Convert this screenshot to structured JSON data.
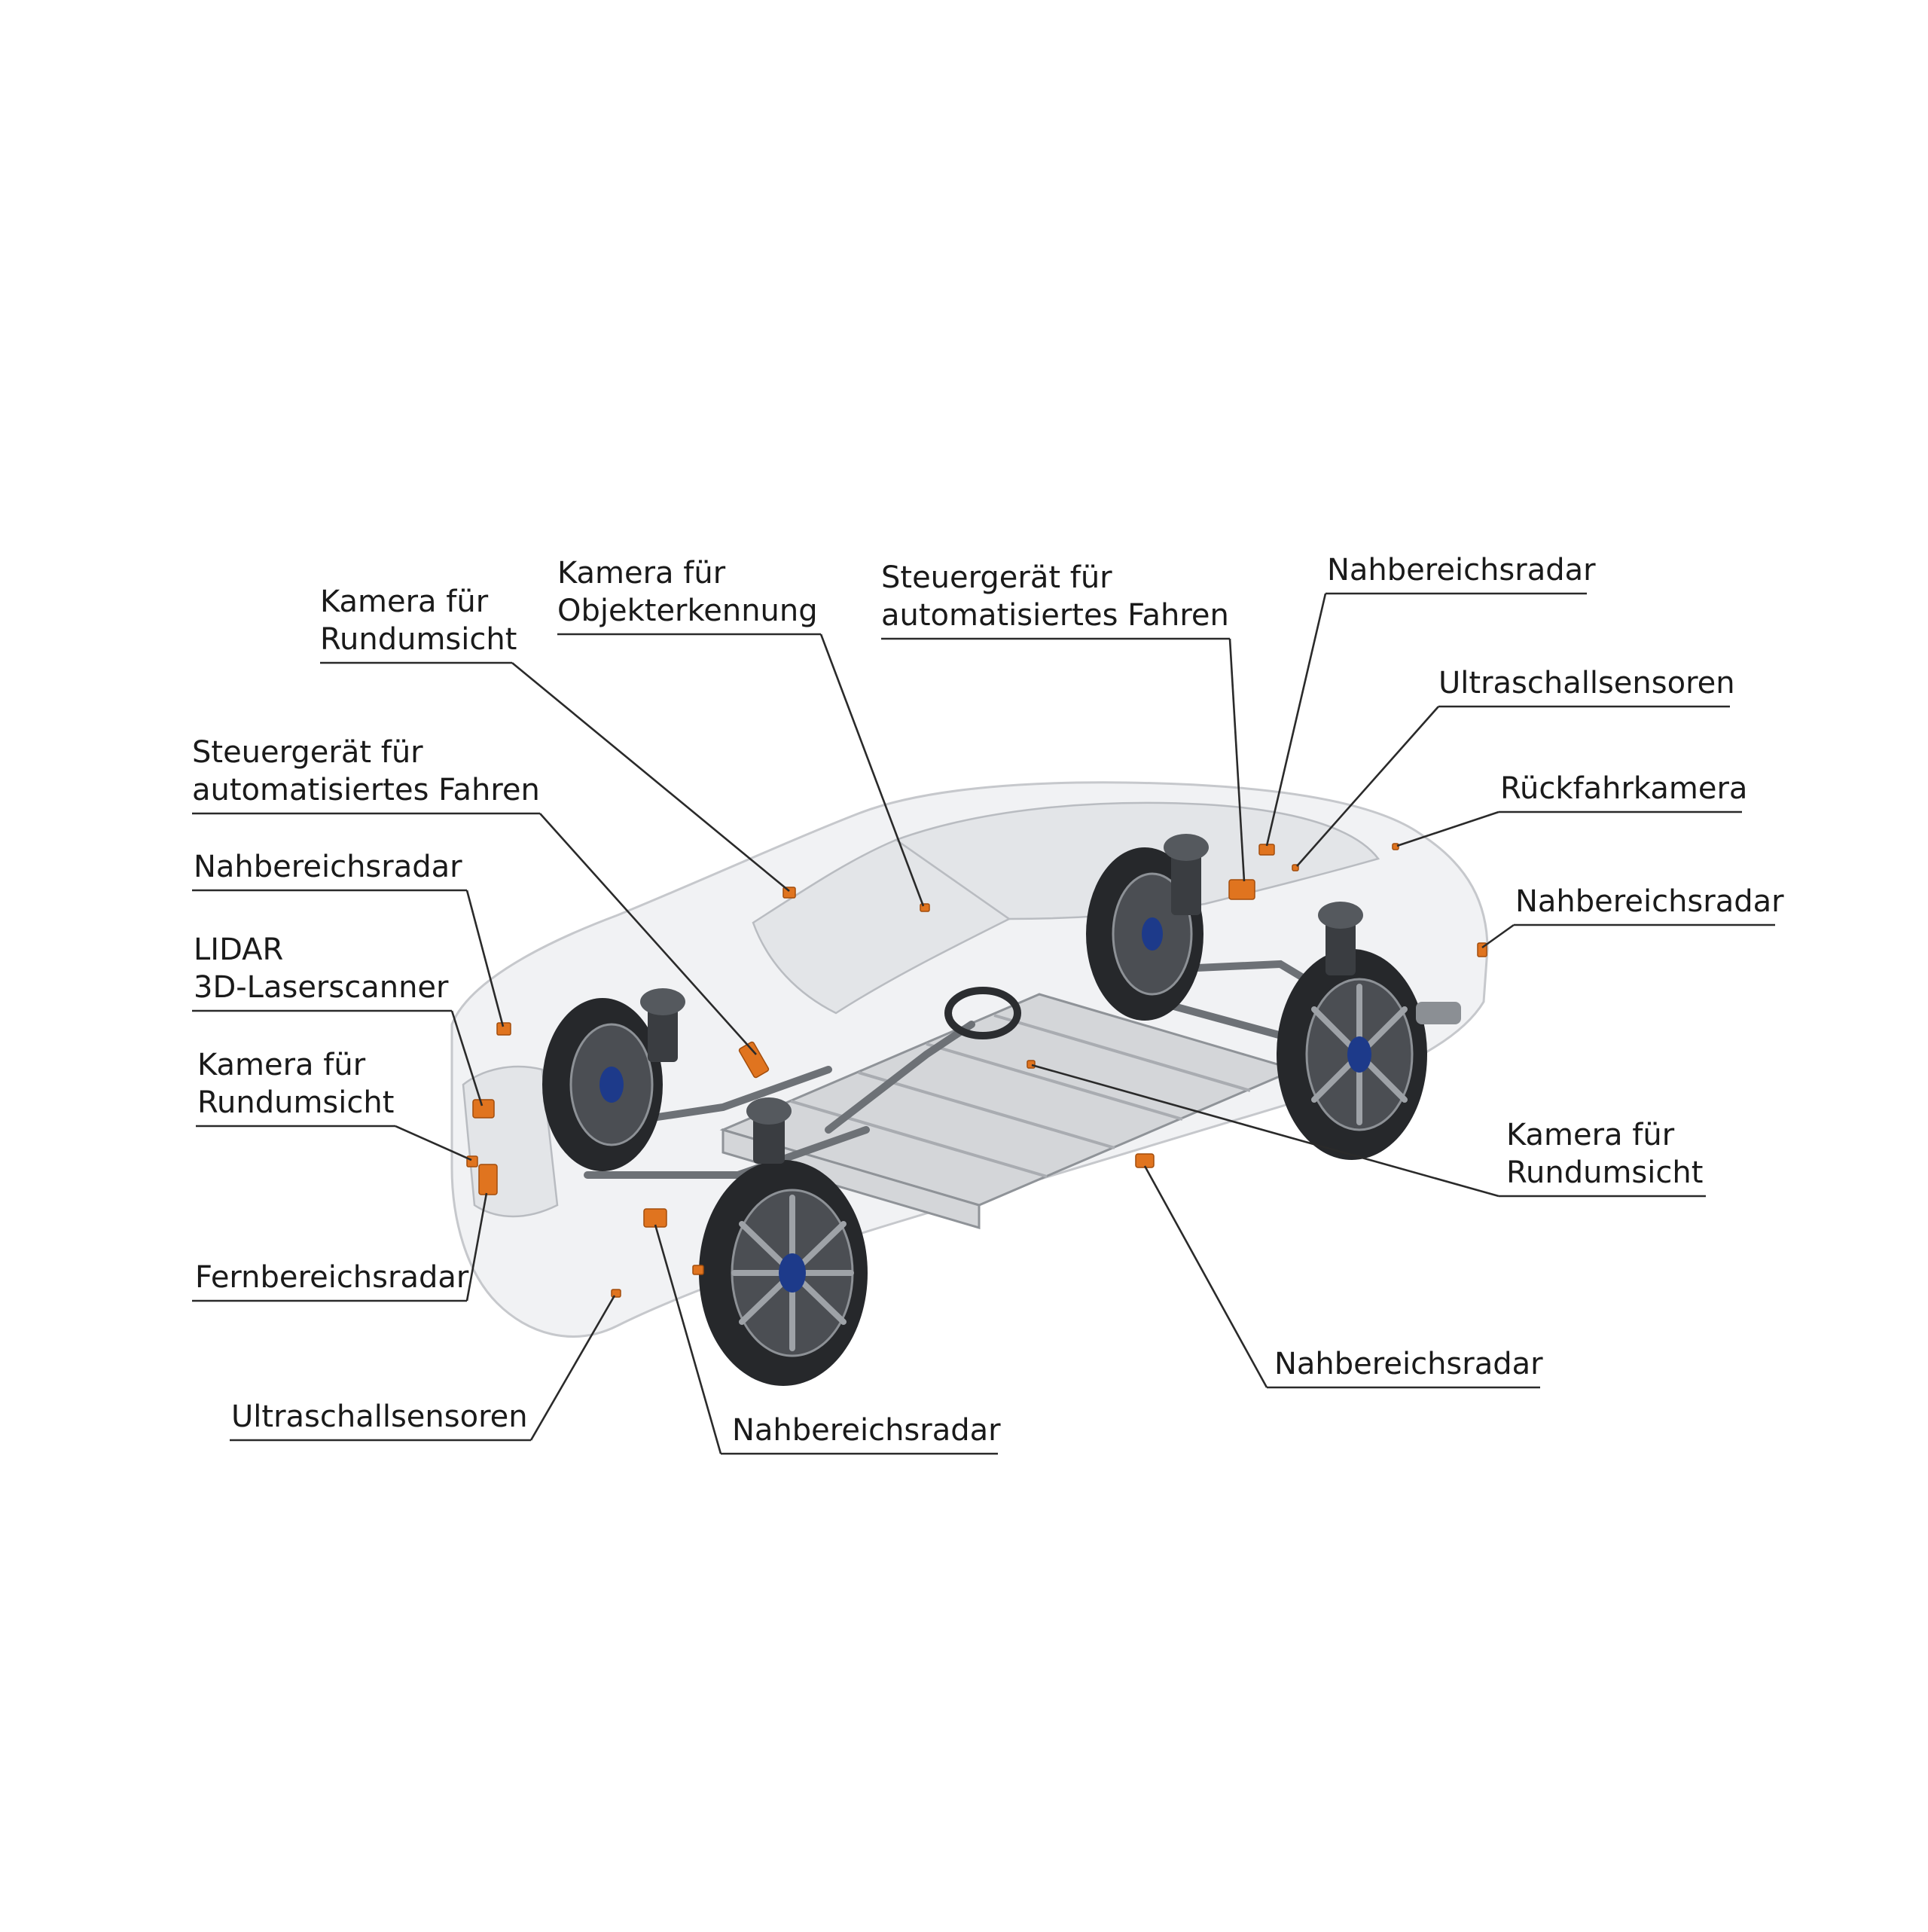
{
  "labels": {
    "kamera_rundumsicht_top": [
      "Kamera für",
      "Rundumsicht"
    ],
    "kamera_objekterkennung": [
      "Kamera für",
      "Objekterkennung"
    ],
    "steuergeraet_top": [
      "Steuergerät für",
      "automatisiertes Fahren"
    ],
    "nahbereichsradar_top_right": [
      "Nahbereichsradar"
    ],
    "ultraschall_top_right": [
      "Ultraschallsensoren"
    ],
    "rueckfahrkamera": [
      "Rückfahrkamera"
    ],
    "nahbereichsradar_right": [
      "Nahbereichsradar"
    ],
    "steuergeraet_left": [
      "Steuergerät für",
      "automatisiertes Fahren"
    ],
    "nahbereichsradar_left": [
      "Nahbereichsradar"
    ],
    "lidar": [
      "LIDAR",
      "3D-Laserscanner"
    ],
    "kamera_rundumsicht_left": [
      "Kamera für",
      "Rundumsicht"
    ],
    "fernbereichsradar": [
      "Fernbereichsradar"
    ],
    "ultraschall_bottom_left": [
      "Ultraschallsensoren"
    ],
    "nahbereichsradar_bottom_center": [
      "Nahbereichsradar"
    ],
    "kamera_rundumsicht_right": [
      "Kamera für",
      "Rundumsicht"
    ],
    "nahbereichsradar_bottom_right": [
      "Nahbereichsradar"
    ]
  },
  "colors": {
    "sensor": "#e0741f",
    "line": "#2a2a2a",
    "text": "#1a1a1a"
  }
}
